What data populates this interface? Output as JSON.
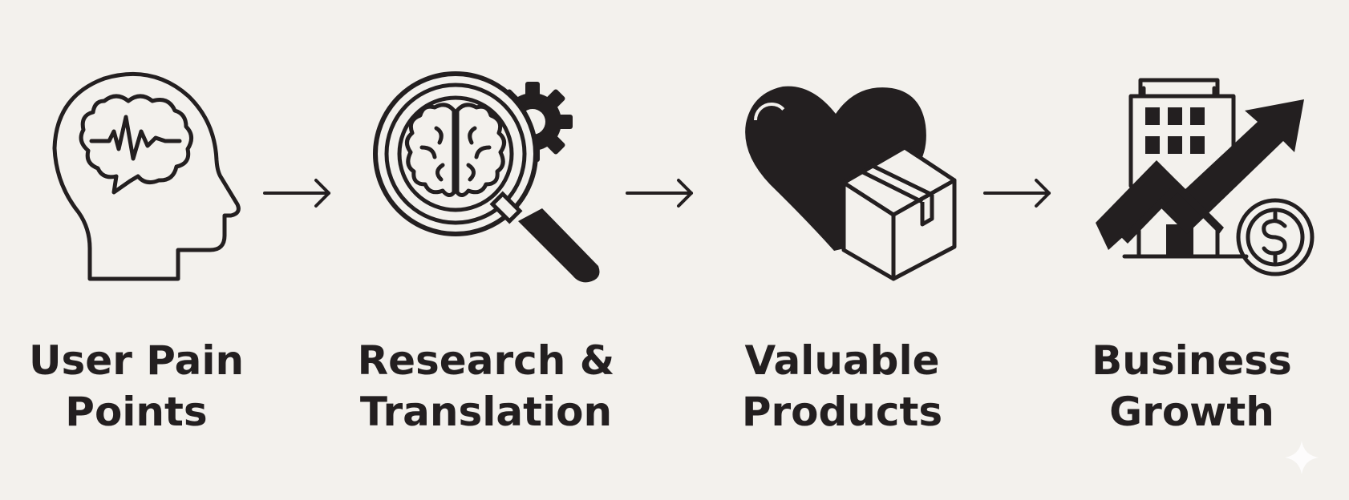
{
  "steps": [
    {
      "line1": "User Pain",
      "line2": "Points",
      "icon": "head-with-brain-wave-icon"
    },
    {
      "line1": "Research &",
      "line2": "Translation",
      "icon": "magnifier-brain-gear-icon"
    },
    {
      "line1": "Valuable",
      "line2": "Products",
      "icon": "heart-box-icon"
    },
    {
      "line1": "Business",
      "line2": "Growth",
      "icon": "building-growth-dollar-icon"
    }
  ],
  "colors": {
    "background": "#f3f1ed",
    "ink": "#231f20"
  }
}
